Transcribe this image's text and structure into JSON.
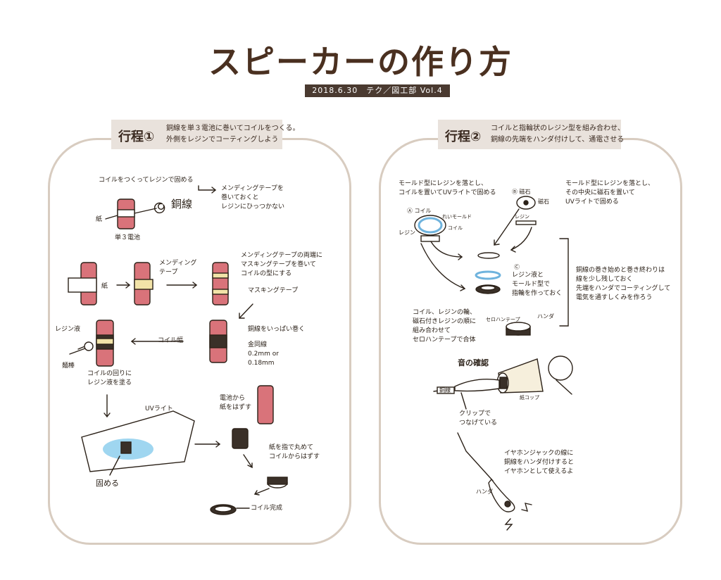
{
  "header": {
    "title": "スピーカーの作り方",
    "subtitle": "2018.6.30　テク／図工部 Vol.4"
  },
  "step1": {
    "label": "行程①",
    "desc_line1": "銅線を単３電池に巻いてコイルをつくる。",
    "desc_line2": "外側をレジンでコーティングしよう",
    "notes": {
      "coil_fix": "コイルをつくってレジンで固める",
      "mending_note": "メンディングテープを\n巻いておくと\nレジンにひっつかない",
      "copper": "銅線",
      "paper_small": "紙",
      "battery": "単３電池",
      "paper": "紙",
      "mending_tape": "メンディング\nテープ",
      "masking_note": "メンディングテープの両端に\nマスキングテープを巻いて\nコイルの型にする",
      "masking_tape": "マスキングテープ",
      "resin_liquid": "レジン液",
      "menbo": "麺棒",
      "coil_width": "コイル幅",
      "wind_full": "銅線をいっぱい巻く",
      "wire_spec": "金同線\n0.2mm or\n0.18mm",
      "coat": "コイルの回りに\nレジン液を塗る",
      "uv_light": "UVライト",
      "remove_paper": "電池から\n紙をはずす",
      "roll_paper": "紙を指で丸めて\nコイルからはずす",
      "harden": "固める",
      "coil_done": "コイル完成"
    }
  },
  "step2": {
    "label": "行程②",
    "desc_line1": "コイルと指輪状のレジン型を組み合わせ、",
    "desc_line2": "銅線の先端をハンダ付けして、通電させる",
    "notes": {
      "mold_a": "モールド型にレジンを落とし、\nコイルを置いてUVライトで固める",
      "mold_b": "モールド型にレジンを落とし、\nその中央に磁石を置いて\nUVライトで固める",
      "label_a": "Ⓐ コイル",
      "thin_mold": "れいモールド",
      "coil_small": "コイル",
      "resin": "レジン",
      "label_b": "Ⓑ 磁石",
      "magnet": "磁石",
      "resin_b": "レジン",
      "resin_mold_c": "レジン液と\nモールド型で\n指輪を作っておく",
      "label_c": "Ⓒ",
      "wire_note": "銅線の巻き始めと巻き終わりは\n線を少し残しておく\n先端をハンダでコーティングして\n電気を通すしくみを作ろう",
      "combine": "コイル、レジンの輪、\n磁石付きレジンの順に\n組み合わせて\nセロハンテープで合体",
      "cello_tape": "セロハンテープ",
      "solder": "ハンダ",
      "sound_check": "音の確認",
      "copper_wire": "銅線",
      "paper_cup": "紙コップ",
      "clip": "クリップで\nつなげている",
      "earphone_note": "イヤホンジャックの線に\n銅線をハンダ付けすると\nイヤホンとして使えるよ",
      "solder2": "ハンダ"
    }
  },
  "colors": {
    "battery": "#d9737a",
    "panel_border": "#d8ccc0",
    "step_bg": "#e9e2dc",
    "title": "#4a3020",
    "uv_glow": "#9fd6f0",
    "resin_blue": "#6fb3dd",
    "tape_yellow": "#f2e3a8"
  }
}
